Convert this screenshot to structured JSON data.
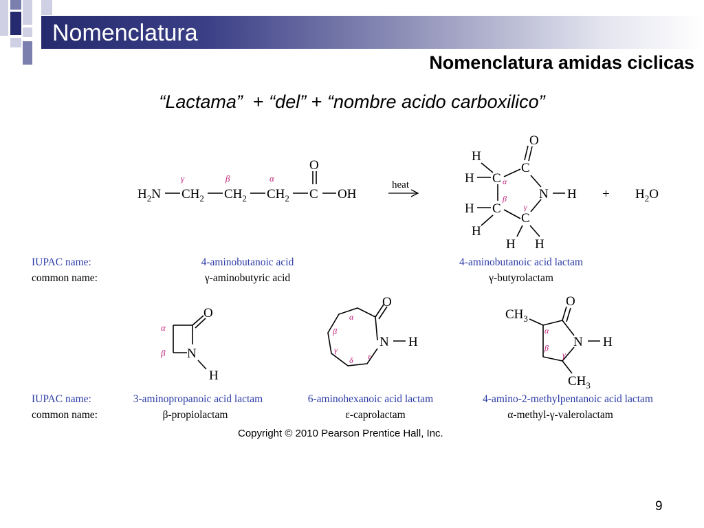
{
  "slide": {
    "title": "Nomenclatura",
    "subtitle": "Nomenclatura amidas ciclicas",
    "formula": {
      "part1": "“Lactama”",
      "plus1": "+",
      "part2": "“del”",
      "plus2": "+",
      "part3": "“nombre acido carboxilico”"
    },
    "copyright": "Copyright © 2010 Pearson Prentice Hall, Inc.",
    "page_number": "9"
  },
  "reaction": {
    "reactant": {
      "iupac": "4-aminobutanoic acid",
      "common": "γ-aminobutyric acid"
    },
    "arrow_label": "heat",
    "product": {
      "iupac": "4-aminobutanoic acid lactam",
      "common": "γ-butyrolactam"
    },
    "byproduct_plus": "+"
  },
  "labels": {
    "iupac": "IUPAC name:",
    "common": "common name:"
  },
  "examples": [
    {
      "iupac": "3-aminopropanoic acid lactam",
      "common": "β-propiolactam"
    },
    {
      "iupac": "6-aminohexanoic acid lactam",
      "common": "ε-caprolactam"
    },
    {
      "iupac": "4-amino-2-methylpentanoic acid lactam",
      "common": "α-methyl-γ-valerolactam"
    }
  ],
  "colors": {
    "title_bar_dark": "#262a6e",
    "accent": "#7b7fae",
    "name_blue": "#2b3ba6",
    "greek_pink": "#c0207a"
  }
}
